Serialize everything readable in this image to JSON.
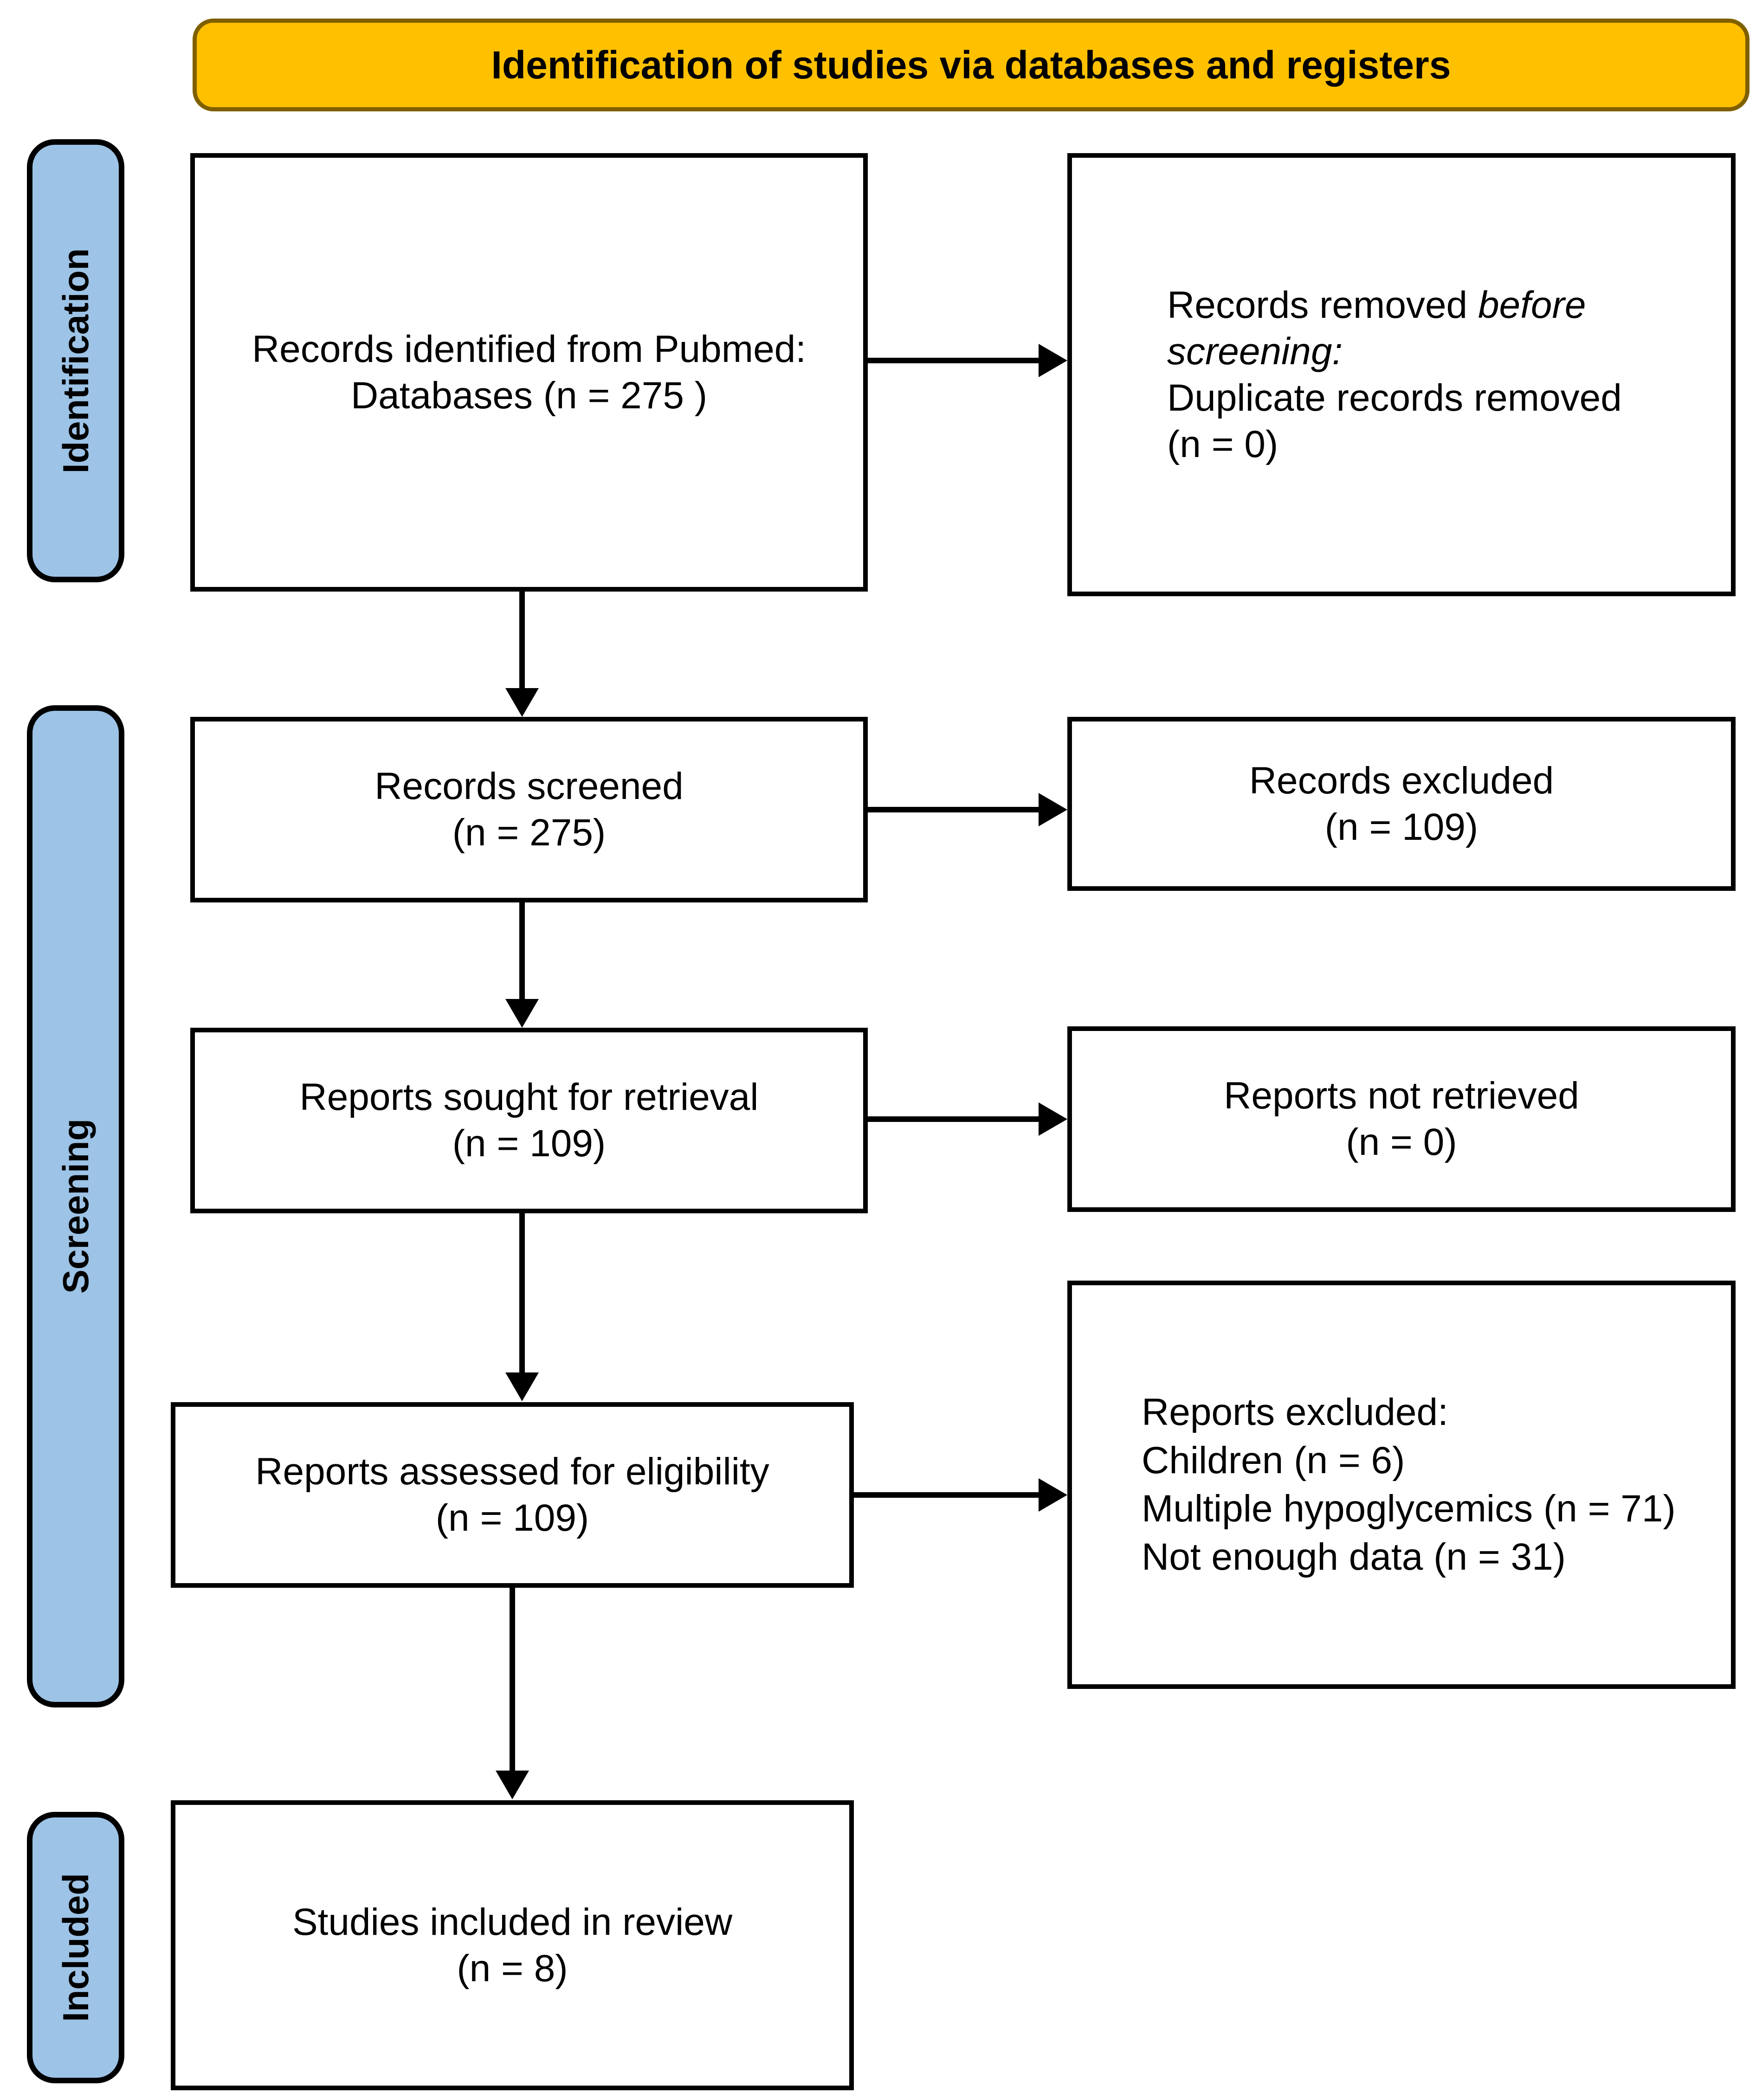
{
  "banner": {
    "title": "Identification of studies via databases and registers",
    "fill_color": "#FFC000",
    "border_color": "#7F6000"
  },
  "sidebar": {
    "fill_color": "#9DC3E6",
    "stages": {
      "identification": "Identification",
      "screening": "Screening",
      "included": "Included"
    }
  },
  "boxes": {
    "identified": {
      "line1": "Records identified from Pubmed:",
      "line2": "Databases (n = 275 )"
    },
    "removed": {
      "line1_regular": "Records removed ",
      "line1_italic": "before",
      "line2_italic": "screening:",
      "line3": "Duplicate records removed",
      "line4": "(n = 0)"
    },
    "screened": {
      "line1": "Records screened",
      "line2": "(n = 275)"
    },
    "excluded": {
      "line1": "Records excluded",
      "line2": "(n = 109)"
    },
    "sought": {
      "line1": "Reports sought for retrieval",
      "line2": "(n = 109)"
    },
    "not_retrieved": {
      "line1": "Reports not retrieved",
      "line2": "(n = 0)"
    },
    "assessed": {
      "line1": "Reports assessed for eligibility",
      "line2": "(n = 109)"
    },
    "reports_excluded": {
      "line1": "Reports excluded:",
      "line2": "Children (n = 6)",
      "line3": "Multiple hypoglycemics (n = 71)",
      "line4": "Not enough data (n = 31)"
    },
    "included_review": {
      "line1": "Studies included in review",
      "line2": "(n = 8)"
    }
  }
}
